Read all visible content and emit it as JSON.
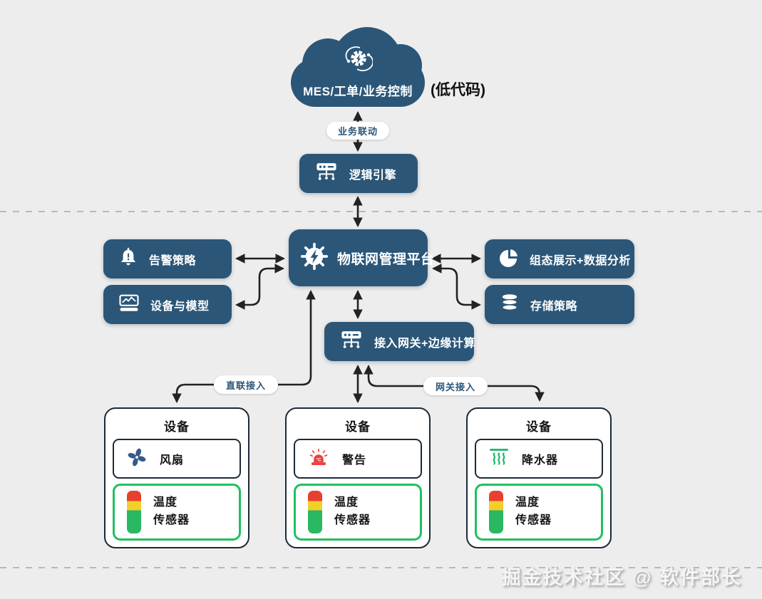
{
  "colors": {
    "background": "#ededed",
    "node_blue": "#2b5678",
    "arrow": "#222222",
    "dashed_line": "#b9b9b9",
    "pill_text": "#2a5679",
    "device_border": "#1c2a38",
    "sensor_green_border": "#1fc05f",
    "light_red": "#e8402f",
    "light_yellow": "#f3cf2a",
    "light_green": "#2ab863",
    "fan_blue": "#34598a",
    "siren_red": "#f03e3e",
    "wave_green": "#19b56a"
  },
  "cloud": {
    "label": "MES/工单/业务控制",
    "note": "(低代码)"
  },
  "pills": {
    "business": "业务联动",
    "direct": "直联接入",
    "gateway_access": "网关接入"
  },
  "nodes": {
    "logic_engine": "逻辑引擎",
    "platform": "物联网管理平台",
    "alarm_policy": "告警策略",
    "device_model": "设备与模型",
    "dashboard": "组态展示+数据分析",
    "storage": "存储策略",
    "gateway": "接入网关+边缘计算"
  },
  "siren_unit": "°C",
  "devices": [
    {
      "title": "设备",
      "component": "风扇",
      "sensor_line1": "温度",
      "sensor_line2": "传感器"
    },
    {
      "title": "设备",
      "component": "警告",
      "sensor_line1": "温度",
      "sensor_line2": "传感器"
    },
    {
      "title": "设备",
      "component": "降水器",
      "sensor_line1": "温度",
      "sensor_line2": "传感器"
    }
  ],
  "watermark": "掘金技术社区 @ 软件部长"
}
